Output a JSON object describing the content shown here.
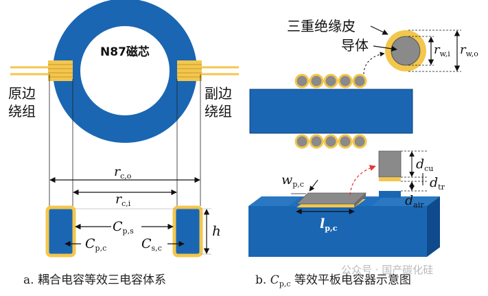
{
  "left_diagram": {
    "core_label": "N87磁芯",
    "primary_winding": [
      "原边",
      "绕组"
    ],
    "secondary_winding": [
      "副边",
      "绕组"
    ],
    "r_co": {
      "main": "r",
      "sub": "c,o"
    },
    "r_ci": {
      "main": "r",
      "sub": "c,i"
    },
    "c_ps": {
      "main": "C",
      "sub": "p,s"
    },
    "c_pc": {
      "main": "C",
      "sub": "p,c"
    },
    "c_sc": {
      "main": "C",
      "sub": "s,c"
    },
    "h": "h",
    "caption_prefix": "a. ",
    "caption": "耦合电容等效三电容体系"
  },
  "right_diagram": {
    "insulation_label": "三重绝缘皮",
    "conductor_label": "导体",
    "r_wi": {
      "main": "r",
      "sub": "w,i"
    },
    "r_wo": {
      "main": "r",
      "sub": "w,o"
    },
    "w_pc": {
      "main": "w",
      "sub": "p,c"
    },
    "l_pc": {
      "main": "l",
      "sub": "p,c"
    },
    "d_cu": {
      "main": "d",
      "sub": "cu"
    },
    "d_tr": {
      "main": "d",
      "sub": "tr"
    },
    "d_air": {
      "main": "d",
      "sub": "air"
    },
    "caption_prefix": "b. ",
    "caption_c": {
      "main": "C",
      "sub": "p,c"
    },
    "caption": " 等效平板电容器示意图"
  },
  "watermark": "公众号 · 国产碳化硅",
  "colors": {
    "core_blue": "#1a66b3",
    "winding_gold": "#f3c64d",
    "conductor_gray": "#8a8a8a",
    "arrow_red": "#e53935"
  }
}
